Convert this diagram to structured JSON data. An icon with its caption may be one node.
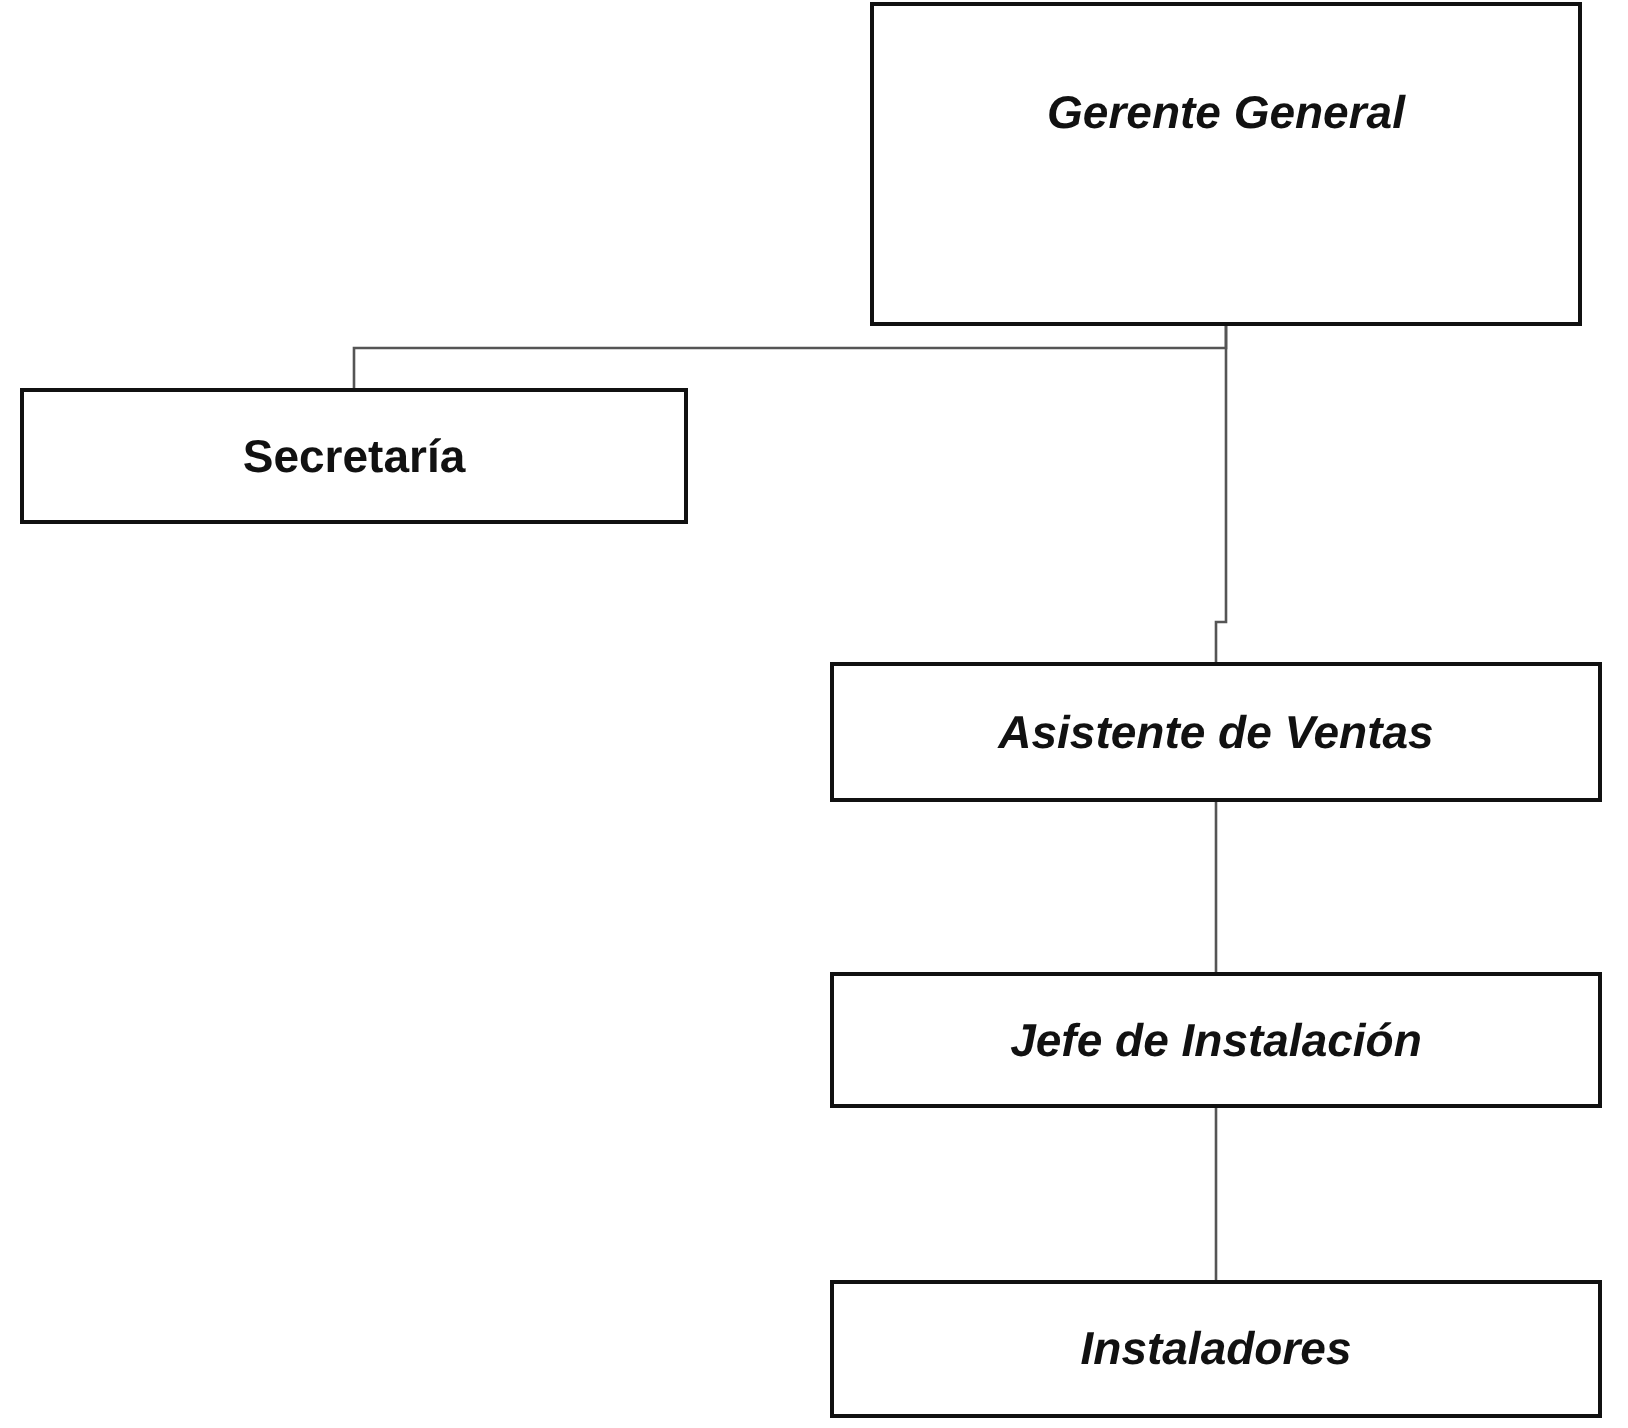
{
  "diagram": {
    "nodes": [
      {
        "text": [
          "Gerente General"
        ]
      },
      {
        "text": [
          "Secretaría"
        ]
      },
      {
        "text": [
          "Asistente de Ventas"
        ]
      },
      {
        "text": [
          "Jefe de Instalación"
        ]
      },
      {
        "text": [
          "Instaladores"
        ]
      }
    ],
    "edges": [
      {
        "from": 0,
        "to": 1,
        "arrow": "none"
      },
      {
        "from": 0,
        "to": 2,
        "arrow": "none"
      },
      {
        "from": 2,
        "to": 3,
        "arrow": "none"
      },
      {
        "from": 3,
        "to": 4,
        "arrow": "none"
      }
    ]
  }
}
